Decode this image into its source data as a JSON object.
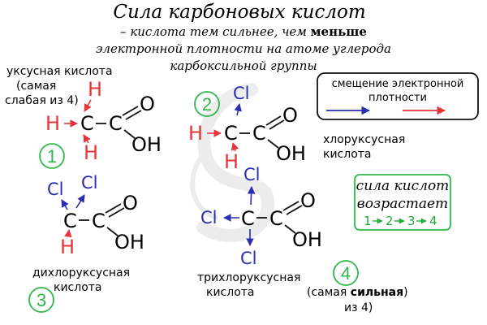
{
  "header": {
    "title": "Сила карбоновых кислот",
    "line1_pre": "– кислота тем сильнее, чем ",
    "line1_bold": "меньше",
    "line2": "электронной плотности на атоме углерода",
    "line3": "карбоксильной группы"
  },
  "atoms": {
    "C": "C",
    "O": "O",
    "OH": "OH",
    "H": "H",
    "Cl": "Cl"
  },
  "colors": {
    "hydrogen": "#e8353a",
    "chlorine": "#2b2cb0",
    "number": "#2fb84a",
    "ink": "#111111"
  },
  "molecules": {
    "acetic": {
      "number": "1",
      "label_line1": "уксусная кислота",
      "label_line2": "(самая",
      "label_line3": "слабая из 4)"
    },
    "chloroacetic": {
      "number": "2",
      "label_line1": "хлоруксусная",
      "label_line2": "кислота"
    },
    "dichloroacetic": {
      "number": "3",
      "label_line1": "дихлоруксусная",
      "label_line2": "кислота"
    },
    "trichloroacetic": {
      "number": "4",
      "label_line1": "трихлоруксусная",
      "label_line2": "кислота",
      "note_pre": "(самая ",
      "note_bold": "сильная",
      "note_line2": "из 4)"
    }
  },
  "legend": {
    "line1": "смещение электронной",
    "line2": "плотности"
  },
  "strength_box": {
    "line1": "сила кислот",
    "line2": "возрастает",
    "n1": "1",
    "n2": "2",
    "n3": "3",
    "n4": "4"
  }
}
